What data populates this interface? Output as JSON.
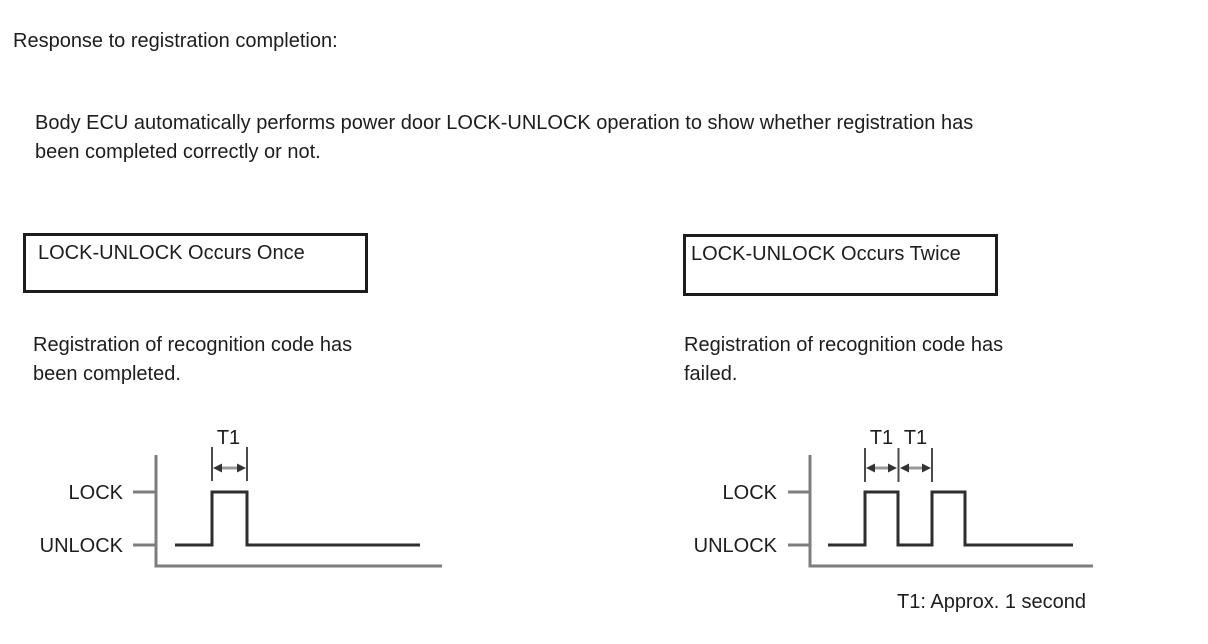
{
  "page": {
    "title": "Response to registration completion:",
    "description": "Body ECU automatically performs power door LOCK-UNLOCK operation to show whether registration has\nbeen completed correctly or not."
  },
  "panels": {
    "left": {
      "box_label": "LOCK-UNLOCK Occurs Once",
      "caption": "Registration of recognition code has\nbeen completed.",
      "diagram": {
        "lock_label": "LOCK",
        "unlock_label": "UNLOCK",
        "t1_label": "T1",
        "pulse_count": 1,
        "meaning": "registration completed"
      }
    },
    "right": {
      "box_label": "LOCK-UNLOCK Occurs Twice",
      "caption": "Registration of recognition code has\nfailed.",
      "diagram": {
        "lock_label": "LOCK",
        "unlock_label": "UNLOCK",
        "t1_labels": [
          "T1",
          "T1"
        ],
        "pulse_count": 2,
        "meaning": "registration failed"
      }
    }
  },
  "footnote": "T1: Approx. 1 second",
  "colors": {
    "text": "#1d1d1d",
    "box_border": "#1c1c1c",
    "axis_gray": "#7d7d7d",
    "waveform_dark": "#2e2e2e",
    "measure_line": "#4a4a4a",
    "arrow_shaft": "#9a9a9a",
    "arrow_head": "#333333",
    "background": "#ffffff"
  }
}
